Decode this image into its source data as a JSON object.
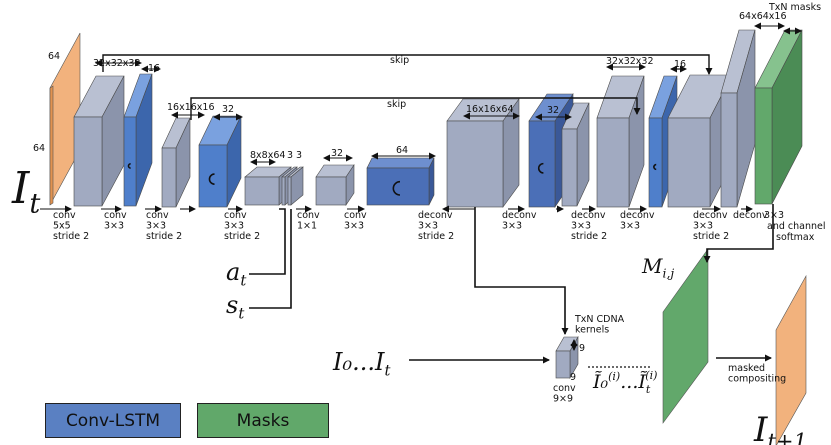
{
  "colors": {
    "gray_front": "#a1aac1",
    "gray_top": "#b9c0d2",
    "gray_side": "#8b94ab",
    "blue_front": "#4f7fcb",
    "blue_top": "#7aa1df",
    "blue_side": "#3c66ac",
    "dblue_front": "#4b6fb7",
    "dblue_top": "#6e8fcf",
    "dblue_side": "#3a5898",
    "green_front": "#62a86b",
    "green_top": "#86c28e",
    "green_side": "#4b8c55",
    "orange_front": "#f2b27d",
    "orange_side": "#e7985c"
  },
  "math": {
    "input_frame": "I",
    "input_frame_sub": "t",
    "action": "a",
    "action_sub": "t",
    "state": "s",
    "state_sub": "t",
    "previous_frames": "I₀...I",
    "previous_frames_sub": "t",
    "mask": "M",
    "mask_sub": "i,j",
    "transformed": "Ĩ₀",
    "transformed_sup": "(i)",
    "transformed_mid": "...Ĩ",
    "transformed_sub2": "t",
    "transformed_sup2": "(i)",
    "output_frame": "I",
    "output_frame_sub": "t+1"
  },
  "dims": {
    "input_h": "64",
    "input_w": "64",
    "l1": "32x32x32",
    "l2": "16",
    "l3": "16x16x16",
    "l4": "32",
    "l5": "8x8x64",
    "l6a": "3",
    "l6b": "3",
    "l7": "32",
    "l8": "64",
    "l9": "16x16x64",
    "l10": "32",
    "l11": "32x32x32",
    "l12": "16",
    "l13": "64x64x16",
    "masks_top": "TxN masks",
    "cdna_9a": "9",
    "cdna_9b": "9"
  },
  "ops": {
    "o1": [
      "conv",
      "5x5",
      "stride 2"
    ],
    "o2": [
      "conv",
      "3×3"
    ],
    "o3": [
      "conv",
      "3×3",
      "stride 2"
    ],
    "o4": [
      "conv",
      "3×3",
      "stride 2"
    ],
    "o5": [
      "conv",
      "1×1"
    ],
    "o6": [
      "conv",
      "3×3"
    ],
    "o7": [
      "deconv",
      "3×3",
      "stride 2"
    ],
    "o8": [
      "deconv",
      "3×3"
    ],
    "o9": [
      "deconv",
      "3×3",
      "stride 2"
    ],
    "o10": [
      "deconv",
      "3×3"
    ],
    "o11": [
      "deconv",
      "3×3",
      "stride 2"
    ],
    "o12": [
      "deconv",
      "3×3",
      "and channel",
      "softmax"
    ],
    "o12_extra": "3×3",
    "cdna_conv": [
      "conv",
      "9×9"
    ],
    "masked": [
      "masked",
      "compositing"
    ]
  },
  "labels": {
    "skip1": "skip",
    "skip2": "skip",
    "cdna": [
      "TxN CDNA",
      "kernels"
    ]
  },
  "legend": {
    "conv_lstm": "Conv-LSTM",
    "masks": "Masks"
  }
}
